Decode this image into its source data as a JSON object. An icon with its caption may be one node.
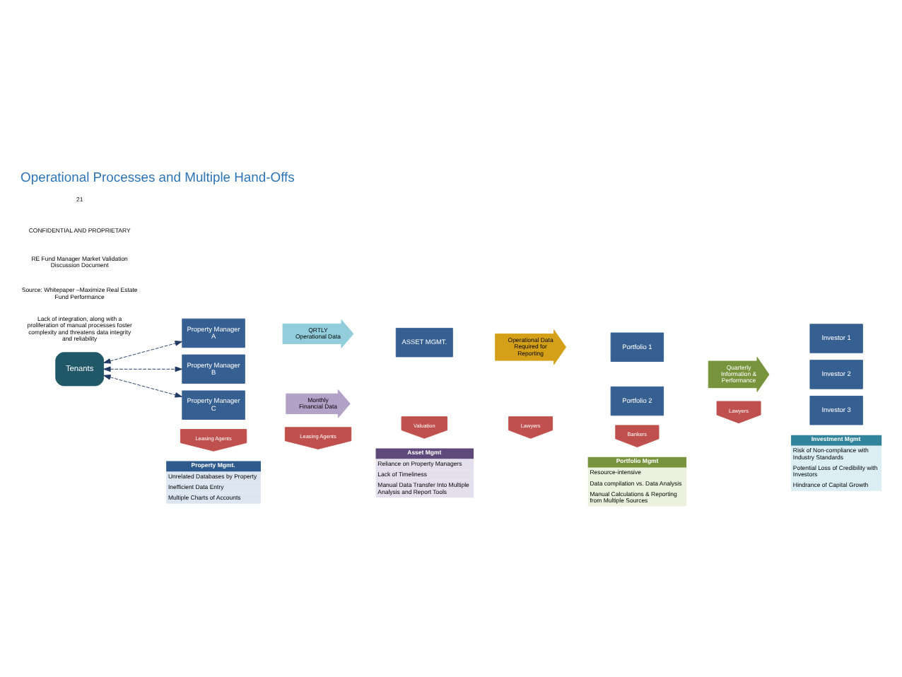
{
  "diagram": {
    "title": "Operational Processes and Multiple Hand-Offs",
    "nodes": [
      {
        "text": [
          "Property Mgmt.",
          "Unrelated Databases by Property",
          "Inefficient Data Entry",
          "Multiple Charts of Accounts"
        ]
      },
      {
        "text": [
          "Asset Mgmt",
          "Reliance on Property Managers",
          "Lack of Timeliness",
          "Manual Data Transfer Into Multiple Analysis and Report Tools"
        ]
      },
      {
        "text": [
          "Portfolio Mgmt",
          "Resource-intensive",
          "Data compilation vs. Data Analysis",
          "Manual Calculations & Reporting from Multiple Sources"
        ]
      },
      {
        "text": [
          "Investment Mgmt",
          "Risk of Non-compliance with Industry Standards",
          "Potential Loss of Credibility with Investors",
          "Hindrance of Capital Growth"
        ]
      },
      {
        "text": [
          "Leasing Agents"
        ]
      },
      {
        "text": [
          "Leasing Agents"
        ]
      },
      {
        "text": [
          "Valuation"
        ]
      },
      {
        "text": [
          "Lawyers"
        ]
      },
      {
        "text": [
          "Bankers"
        ]
      },
      {
        "text": [
          "Lawyers"
        ]
      },
      {
        "text": [
          "Property Manager A"
        ]
      },
      {
        "text": [
          "Property Manager B"
        ]
      },
      {
        "text": [
          "Property Manager C"
        ]
      },
      {
        "text": [
          "Tenants"
        ]
      },
      {
        "text": [
          "QRTLY Operational Data"
        ]
      },
      {
        "text": [
          "ASSET MGMT."
        ]
      },
      {
        "text": [
          "Operational Data Required for Reporting"
        ]
      },
      {
        "text": [
          "Monthly Financial Data"
        ]
      },
      {
        "text": [
          "Portfolio 1"
        ]
      },
      {
        "text": [
          "Portfolio 2"
        ]
      },
      {
        "text": [
          "Quarterly Information & Performance"
        ]
      },
      {
        "text": [
          "Investor 1"
        ]
      },
      {
        "text": [
          "Investor 2"
        ]
      },
      {
        "text": [
          "Investor 3"
        ]
      }
    ],
    "edges": [
      {
        "from": 13,
        "to": 10,
        "arrow": "both",
        "style": "dashed"
      },
      {
        "from": 13,
        "to": 11,
        "arrow": "both",
        "style": "dashed"
      },
      {
        "from": 13,
        "to": 12,
        "arrow": "both",
        "style": "dashed"
      }
    ],
    "labels": [
      "Lack of integration, along with a proliferation of manual processes foster complexity and threatens data integrity and reliability",
      "Source: Whitepaper –Maximize Real Estate Fund Performance",
      "RE Fund Manager Market Validation Discussion Document",
      "CONFIDENTIAL AND PROPRIETARY",
      "21"
    ]
  }
}
